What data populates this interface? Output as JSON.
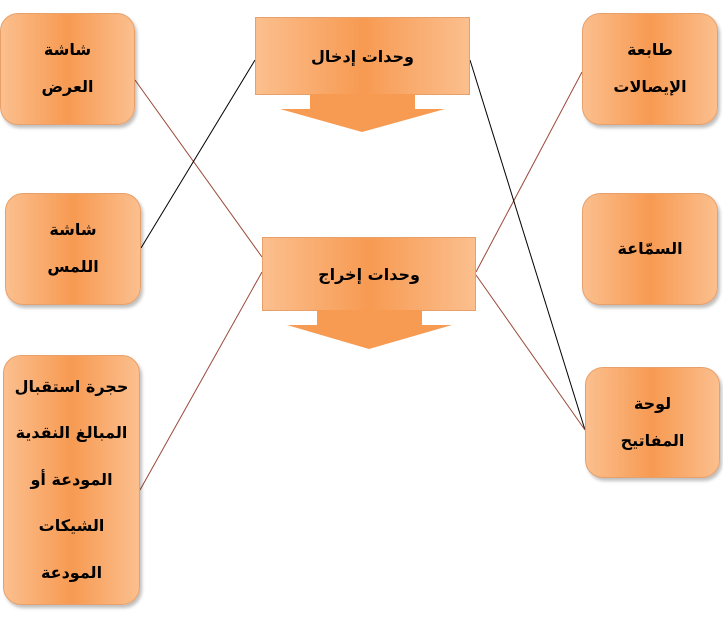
{
  "center": {
    "input_units": "وحدات إدخال",
    "output_units": "وحدات إخراج"
  },
  "left": {
    "display_screen": "شاشة العرض",
    "touch_screen": "شاشة اللمس",
    "cash_deposit": "حجرة استقبال المبالغ النقدية المودعة أو الشيكات المودعة"
  },
  "right": {
    "receipt_printer": "طابعة الإيصالات",
    "speaker": "السمّاعة",
    "keyboard": "لوحة المفاتيح"
  },
  "colors": {
    "fill": "#f79a52",
    "brown_line": "#9b4a3a",
    "black_line": "#000000"
  }
}
